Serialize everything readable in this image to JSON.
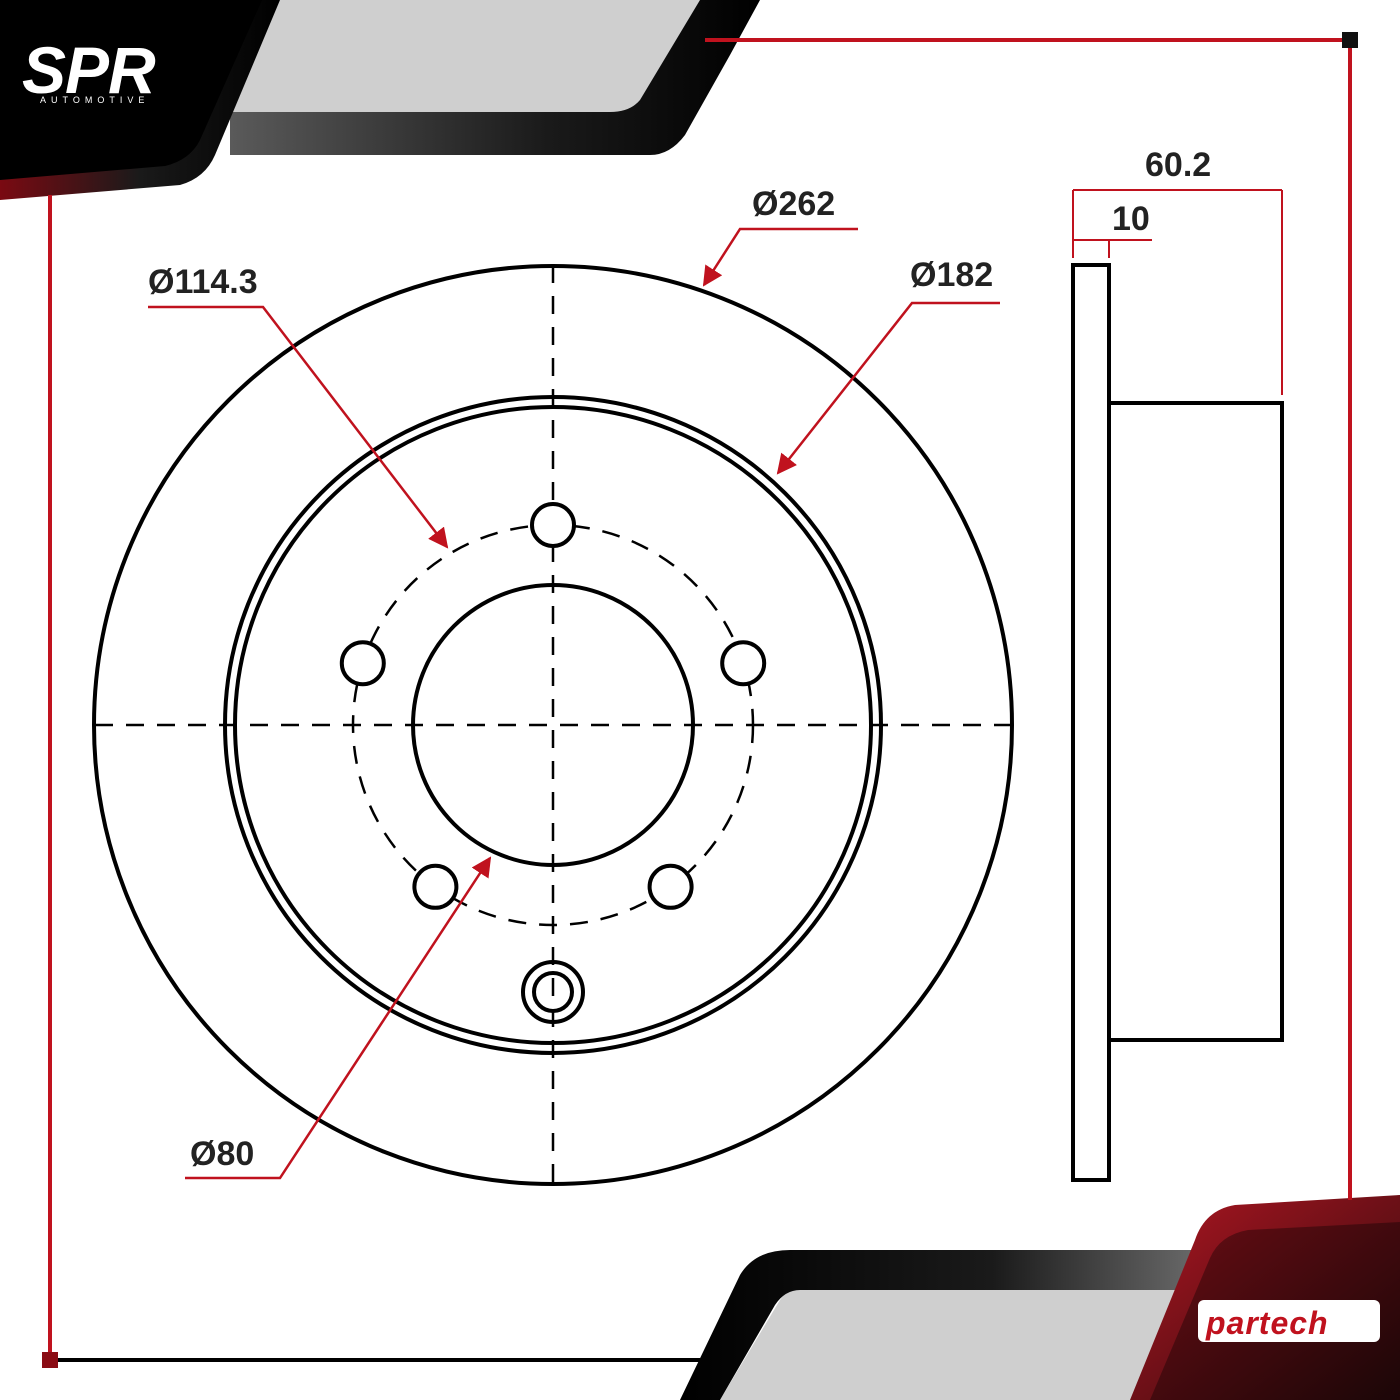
{
  "brand": {
    "top_logo": "SPR",
    "top_logo_sub": "AUTOMOTIVE",
    "bottom_logo": "partech"
  },
  "dimensions": {
    "outer_diameter": "Ø262",
    "friction_inner_diameter": "Ø182",
    "bolt_circle": "Ø114.3",
    "center_bore": "Ø80",
    "total_height": "60.2",
    "disc_thickness": "10"
  },
  "colors": {
    "accent": "#c0121e",
    "dark": "#111111",
    "panel_gray": "#cfcfcf",
    "line": "#000000"
  }
}
